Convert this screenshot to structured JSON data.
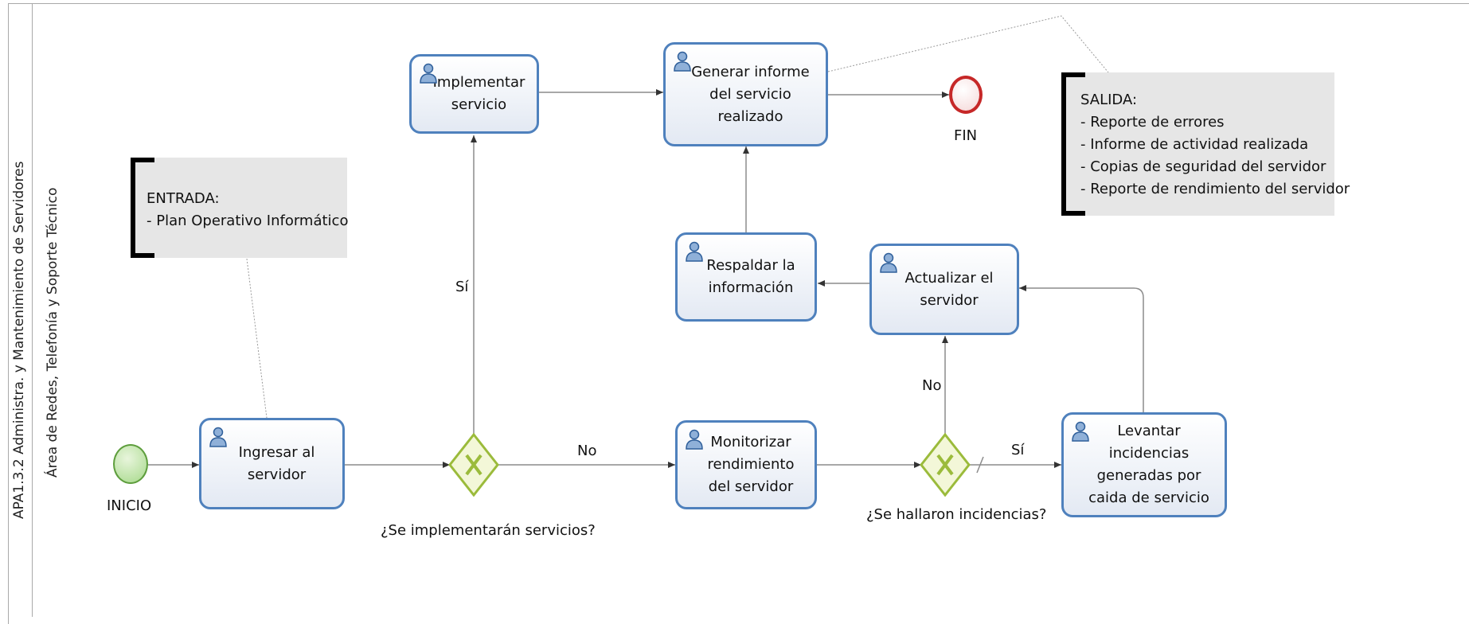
{
  "lane": {
    "pool_label": "APA1.3.2 Administra. y Mantenimiento de Servidores",
    "lane_label": "Área de Redes, Telefonía y Soporte Técnico"
  },
  "events": {
    "start": "INICIO",
    "end": "FIN"
  },
  "tasks": {
    "ingresar": "Ingresar al\nservidor",
    "implementar": "Implementar\nservicio",
    "generar": "Generar informe\ndel servicio\nrealizado",
    "respaldar": "Respaldar la\ninformación",
    "actualizar": "Actualizar el\nservidor",
    "monitorizar": "Monitorizar\nrendimiento\ndel servidor",
    "levantar": "Levantar\nincidencias\ngeneradas por\ncaida de servicio"
  },
  "gateways": {
    "g1": "¿Se implementarán servicios?",
    "g2": "¿Se hallaron incidencias?"
  },
  "edge_labels": {
    "g1_yes": "Sí",
    "g1_no": "No",
    "g2_no": "No",
    "g2_yes": "Sí"
  },
  "annotations": {
    "entrada": "ENTRADA:\n- Plan Operativo Informático",
    "salida": "SALIDA:\n- Reporte de errores\n- Informe de actividad realizada\n- Copias de seguridad del servidor\n- Reporte de rendimiento del servidor"
  },
  "colors": {
    "task_border": "#4f81bd",
    "start_event": "#7cc35a",
    "end_event": "#d0343c",
    "gateway": "#9bbb3b",
    "connector": "#8c8c8c"
  }
}
